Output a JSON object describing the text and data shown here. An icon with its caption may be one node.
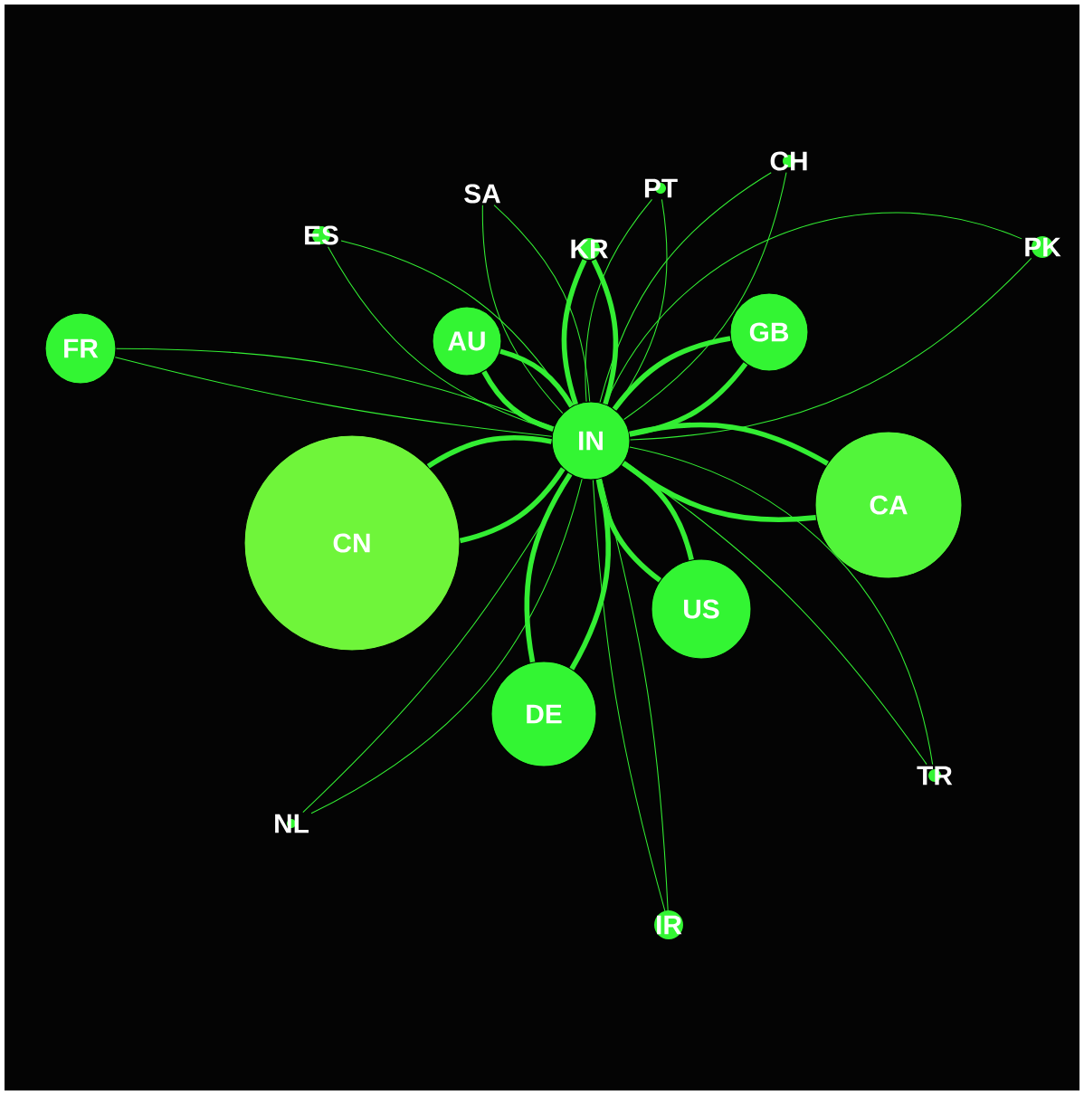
{
  "diagram": {
    "nodes": [
      {
        "text": [
          "CH"
        ]
      },
      {
        "text": [
          "PT"
        ]
      },
      {
        "text": [
          "SA"
        ]
      },
      {
        "text": [
          "ES"
        ]
      },
      {
        "text": [
          "KR"
        ]
      },
      {
        "text": [
          "PK"
        ]
      },
      {
        "text": [
          "GB"
        ]
      },
      {
        "text": [
          "FR"
        ]
      },
      {
        "text": [
          "AU"
        ]
      },
      {
        "text": [
          "IN"
        ]
      },
      {
        "text": [
          "CA"
        ]
      },
      {
        "text": [
          "CN"
        ]
      },
      {
        "text": [
          "US"
        ]
      },
      {
        "text": [
          "DE"
        ]
      },
      {
        "text": [
          "TR"
        ]
      },
      {
        "text": [
          "NL"
        ]
      },
      {
        "text": [
          "IR"
        ]
      }
    ],
    "edges": [
      {
        "from": 9,
        "to": 0,
        "arrow": "none"
      },
      {
        "from": 0,
        "to": 9,
        "arrow": "none"
      },
      {
        "from": 9,
        "to": 1,
        "arrow": "none"
      },
      {
        "from": 1,
        "to": 9,
        "arrow": "none"
      },
      {
        "from": 9,
        "to": 2,
        "arrow": "none"
      },
      {
        "from": 2,
        "to": 9,
        "arrow": "none"
      },
      {
        "from": 9,
        "to": 3,
        "arrow": "none"
      },
      {
        "from": 3,
        "to": 9,
        "arrow": "none"
      },
      {
        "from": 9,
        "to": 4,
        "arrow": "none",
        "style": "thick"
      },
      {
        "from": 4,
        "to": 9,
        "arrow": "none",
        "style": "thick"
      },
      {
        "from": 9,
        "to": 5,
        "arrow": "none"
      },
      {
        "from": 5,
        "to": 9,
        "arrow": "none"
      },
      {
        "from": 9,
        "to": 6,
        "arrow": "none",
        "style": "thick"
      },
      {
        "from": 6,
        "to": 9,
        "arrow": "none",
        "style": "thick"
      },
      {
        "from": 9,
        "to": 7,
        "arrow": "none"
      },
      {
        "from": 7,
        "to": 9,
        "arrow": "none"
      },
      {
        "from": 9,
        "to": 8,
        "arrow": "none",
        "style": "thick"
      },
      {
        "from": 8,
        "to": 9,
        "arrow": "none",
        "style": "thick"
      },
      {
        "from": 9,
        "to": 10,
        "arrow": "none",
        "style": "thick"
      },
      {
        "from": 10,
        "to": 9,
        "arrow": "none",
        "style": "thick"
      },
      {
        "from": 9,
        "to": 11,
        "arrow": "none",
        "style": "thick"
      },
      {
        "from": 11,
        "to": 9,
        "arrow": "none",
        "style": "thick"
      },
      {
        "from": 9,
        "to": 12,
        "arrow": "none",
        "style": "thick"
      },
      {
        "from": 12,
        "to": 9,
        "arrow": "none",
        "style": "thick"
      },
      {
        "from": 9,
        "to": 13,
        "arrow": "none",
        "style": "thick"
      },
      {
        "from": 13,
        "to": 9,
        "arrow": "none",
        "style": "thick"
      },
      {
        "from": 9,
        "to": 14,
        "arrow": "none"
      },
      {
        "from": 14,
        "to": 9,
        "arrow": "none"
      },
      {
        "from": 9,
        "to": 15,
        "arrow": "none"
      },
      {
        "from": 15,
        "to": 9,
        "arrow": "none"
      },
      {
        "from": 9,
        "to": 16,
        "arrow": "none"
      },
      {
        "from": 16,
        "to": 9,
        "arrow": "none"
      }
    ]
  }
}
